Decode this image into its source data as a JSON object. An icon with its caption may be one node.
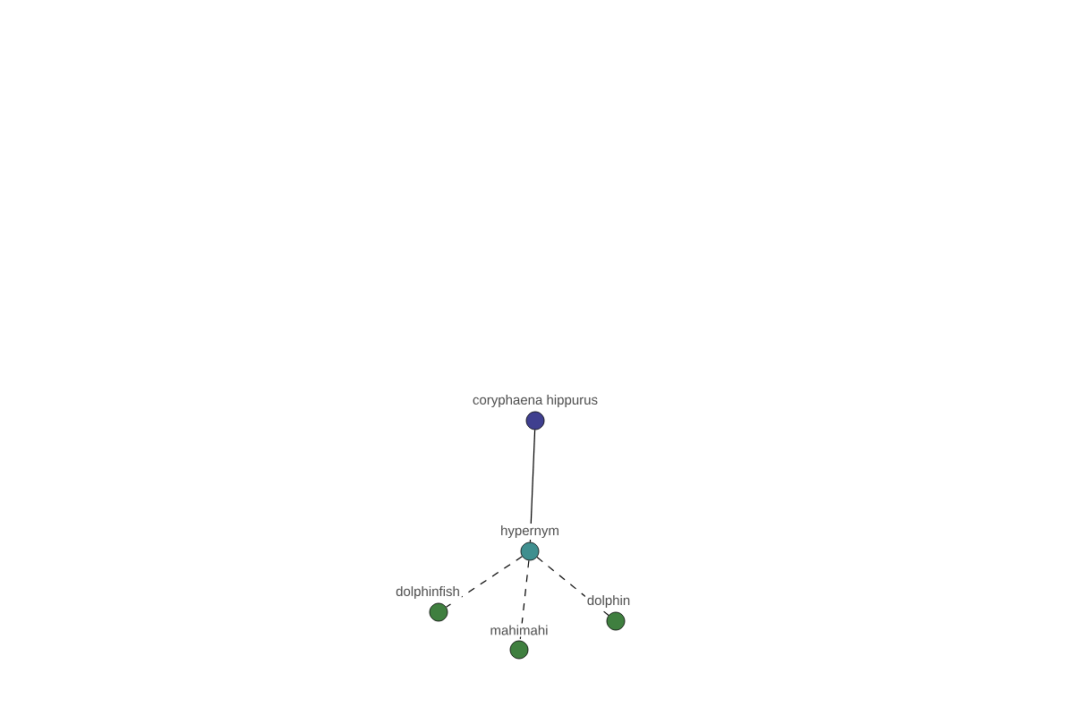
{
  "diagram": {
    "nodes": [
      {
        "text": [
          "coryphaena hippurus"
        ]
      },
      {
        "text": [
          "hypernym"
        ]
      },
      {
        "text": [
          "dolphinfish"
        ]
      },
      {
        "text": [
          "mahimahi"
        ]
      },
      {
        "text": [
          "dolphin"
        ]
      }
    ],
    "edges": [
      {
        "from": 0,
        "to": 1,
        "arrow": "none"
      },
      {
        "from": 1,
        "to": 2,
        "arrow": "none",
        "style": "dashed"
      },
      {
        "from": 1,
        "to": 3,
        "arrow": "none",
        "style": "dashed"
      },
      {
        "from": 1,
        "to": 4,
        "arrow": "none",
        "style": "dashed"
      }
    ]
  }
}
